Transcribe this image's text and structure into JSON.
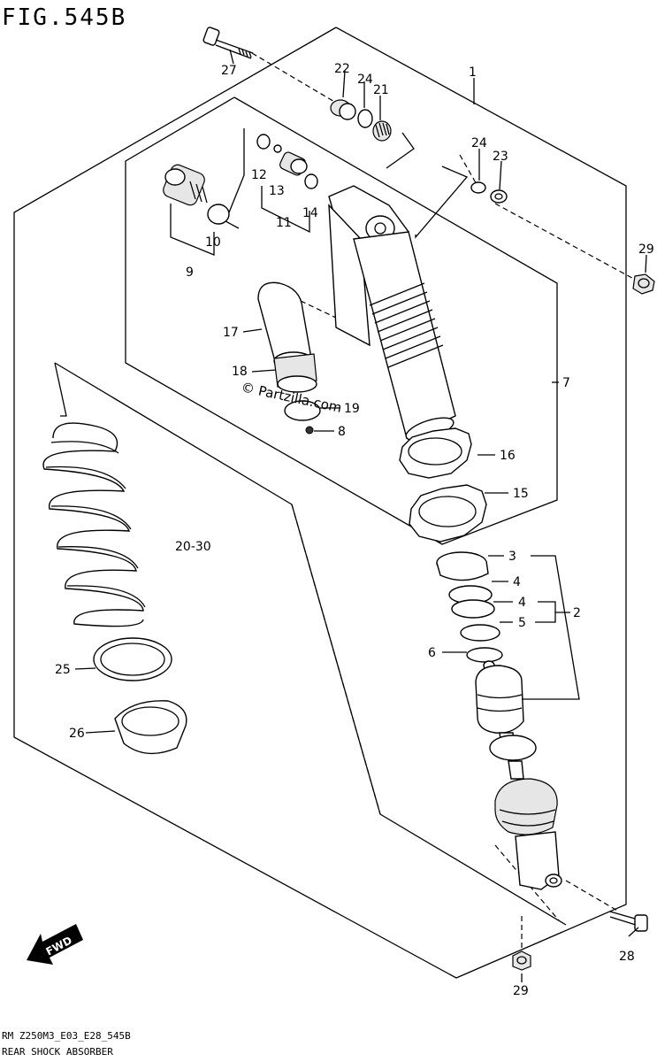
{
  "header": {
    "fig_title": "FIG.545B"
  },
  "footer": {
    "model_code": "RM Z250M3_E03_E28_545B",
    "section_title": "REAR SHOCK ABSORBER"
  },
  "watermark": "© Partzilla.com",
  "fwd_badge": "FWD",
  "labels": {
    "p1": "1",
    "p2": "2",
    "p3": "3",
    "p4a": "4",
    "p4b": "4",
    "p5": "5",
    "p6": "6",
    "p7": "7",
    "p8": "8",
    "p9": "9",
    "p10": "10",
    "p11": "11",
    "p12": "12",
    "p13": "13",
    "p14": "14",
    "p15": "15",
    "p16": "16",
    "p17": "17",
    "p18": "18",
    "p19": "19",
    "p20": "20-30",
    "p21": "21",
    "p22": "22",
    "p23": "23",
    "p24a": "24",
    "p24b": "24",
    "p25": "25",
    "p26": "26",
    "p27": "27",
    "p28": "28",
    "p29a": "29",
    "p29b": "29"
  }
}
